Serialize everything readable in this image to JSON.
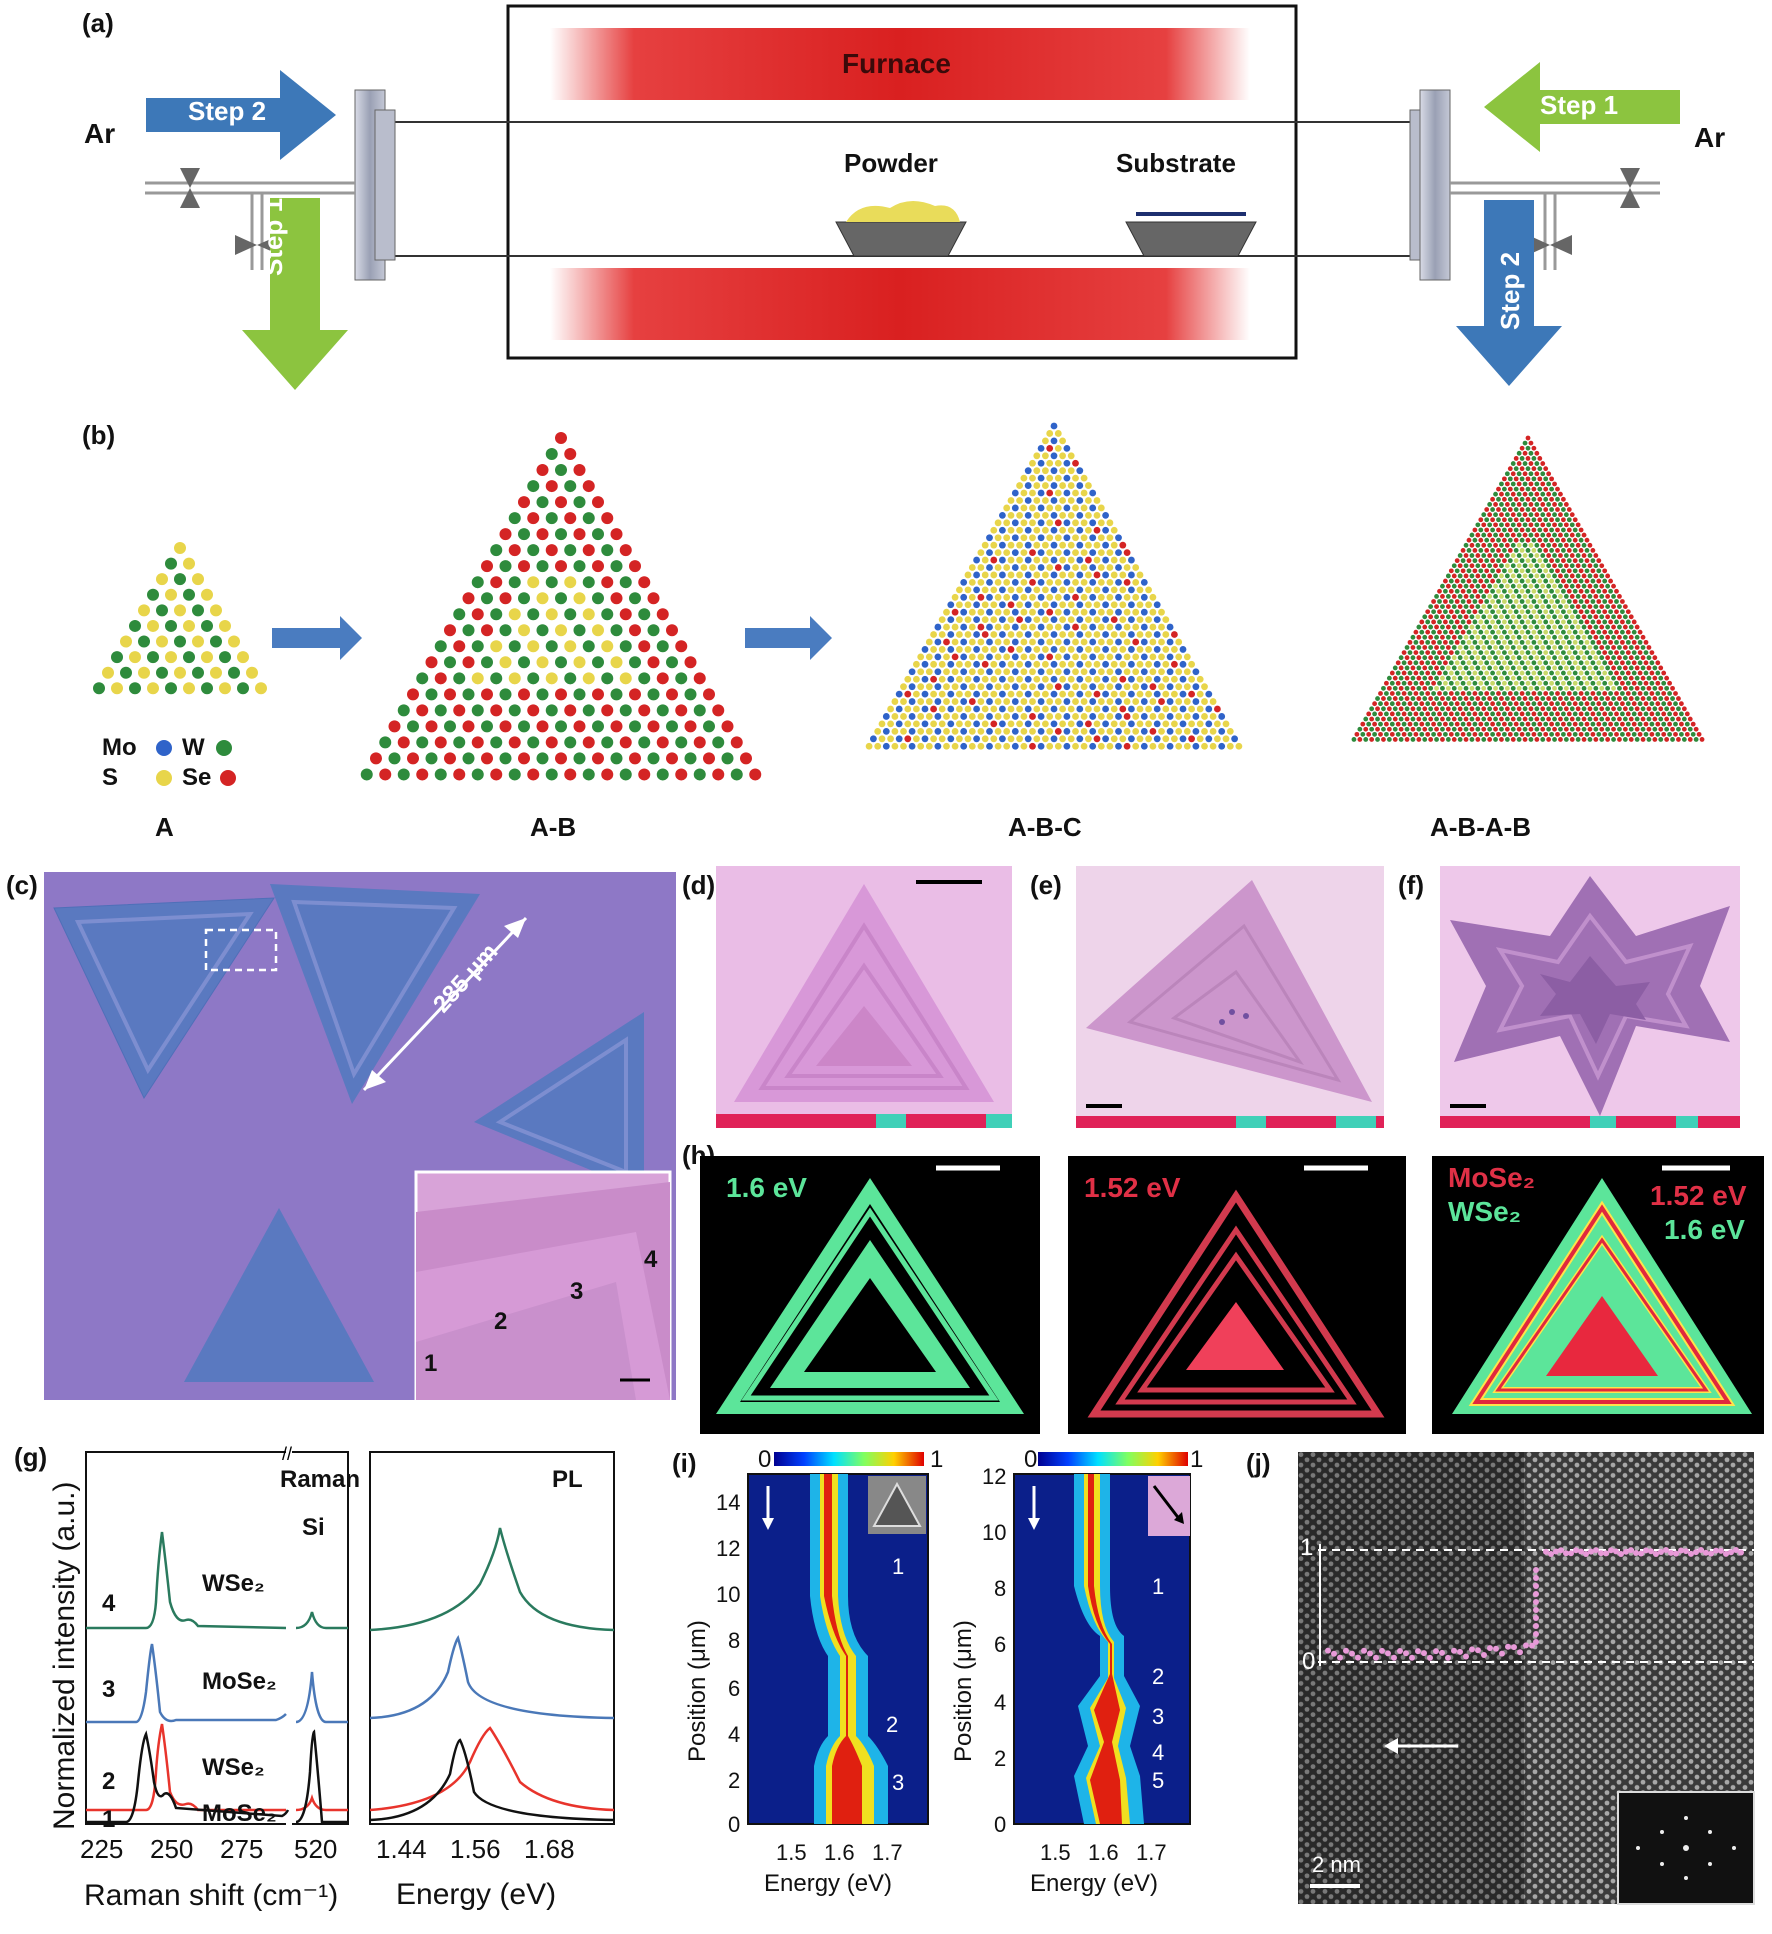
{
  "panels": {
    "a": {
      "label": "(a)",
      "furnace": "Furnace",
      "powder": "Powder",
      "substrate": "Substrate",
      "ar_left": "Ar",
      "ar_right": "Ar",
      "step2_left": "Step 2",
      "step1_left": "Step 1",
      "step1_right": "Step 1",
      "step2_right": "Step 2"
    },
    "b": {
      "label": "(b)",
      "legend": {
        "mo": "Mo",
        "w": "W",
        "s": "S",
        "se": "Se"
      },
      "names": [
        "A",
        "A-B",
        "A-B-C",
        "A-B-A-B"
      ],
      "colors": {
        "mo": "#2f63c9",
        "w": "#2e8b3c",
        "s": "#e8d54a",
        "se": "#d42424"
      }
    },
    "c": {
      "label": "(c)",
      "scale": "285 μm",
      "inset_numbers": [
        "1",
        "2",
        "3",
        "4"
      ]
    },
    "d": {
      "label": "(d)"
    },
    "e": {
      "label": "(e)"
    },
    "f": {
      "label": "(f)"
    },
    "h": {
      "label": "(h)",
      "left": "1.6 eV",
      "mid": "1.52 eV",
      "right_mose2": "MoSe₂",
      "right_wse2": "WSe₂",
      "right_e1": "1.52 eV",
      "right_e2": "1.6 eV"
    },
    "g": {
      "label": "(g)",
      "raman_title": "Raman",
      "si": "Si",
      "pl_title": "PL",
      "ylabel": "Normalized intensity (a.u.)",
      "xlabel_raman": "Raman shift (cm⁻¹)",
      "xlabel_pl": "Energy (eV)",
      "raman_ticks": [
        "225",
        "250",
        "275",
        "520"
      ],
      "pl_ticks": [
        "1.44",
        "1.56",
        "1.68"
      ],
      "traces": [
        {
          "num": "4",
          "material": "WSe₂",
          "color": "#2a7a5e"
        },
        {
          "num": "3",
          "material": "MoSe₂",
          "color": "#4a78b8"
        },
        {
          "num": "2",
          "material": "WSe₂",
          "color": "#e8342c"
        },
        {
          "num": "1",
          "material": "MoSe₂",
          "color": "#111111"
        }
      ]
    },
    "i": {
      "label": "(i)",
      "ylabel": "Position (μm)",
      "xlabel": "Energy (eV)",
      "cbar_min": "0",
      "cbar_max": "1",
      "left_yticks": [
        "0",
        "2",
        "4",
        "6",
        "8",
        "10",
        "12",
        "14"
      ],
      "right_yticks": [
        "0",
        "2",
        "4",
        "6",
        "8",
        "10",
        "12"
      ],
      "xticks": [
        "1.5",
        "1.6",
        "1.7"
      ],
      "left_marks": [
        "1",
        "2",
        "3"
      ],
      "right_marks": [
        "1",
        "2",
        "3",
        "4",
        "5"
      ]
    },
    "j": {
      "label": "(j)",
      "one": "1",
      "zero": "0",
      "scale": "2 nm"
    }
  }
}
